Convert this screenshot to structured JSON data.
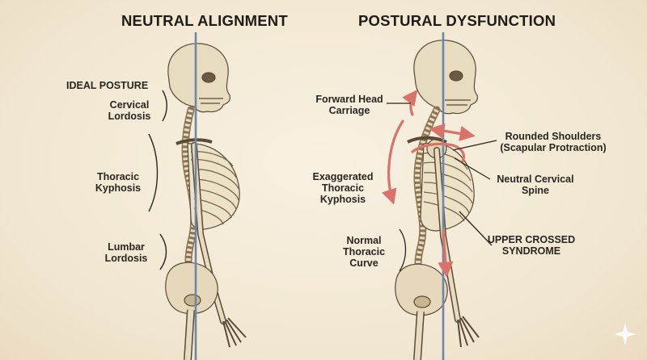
{
  "left_panel": {
    "title": "NEUTRAL ALIGNMENT",
    "ideal_posture": "IDEAL POSTURE",
    "cervical": "Cervical",
    "cervical_2": "Lordosis",
    "thoracic": "Thoracic",
    "thoracic_2": "Kyphosis",
    "lumbar": "Lumbar",
    "lumbar_2": "Lordosis"
  },
  "right_panel": {
    "title": "POSTURAL DYSFUNCTION",
    "forward_head": "Forward Head",
    "forward_head_2": "Carriage",
    "rounded_shoulders": "Rounded Shoulders",
    "rounded_shoulders_2": "(Scapular Protraction)",
    "exaggerated": "Exaggerated",
    "exaggerated_2": "Thoracic",
    "exaggerated_3": "Kyphosis",
    "neutral_cervical": "Neutral Cervical",
    "neutral_cervical_2": "Spine",
    "normal_thoracic": "Normal",
    "normal_thoracic_2": "Thoracic",
    "normal_thoracic_3": "Curve",
    "upper_crossed": "UPPER CROSSED",
    "upper_crossed_2": "SYNDROME"
  },
  "colors": {
    "plumb_line": "#6f86a8",
    "arrow": "#d9736a",
    "bone": "#e8dcc0",
    "bone_shade": "#b49e78",
    "ink": "#3a3027"
  }
}
